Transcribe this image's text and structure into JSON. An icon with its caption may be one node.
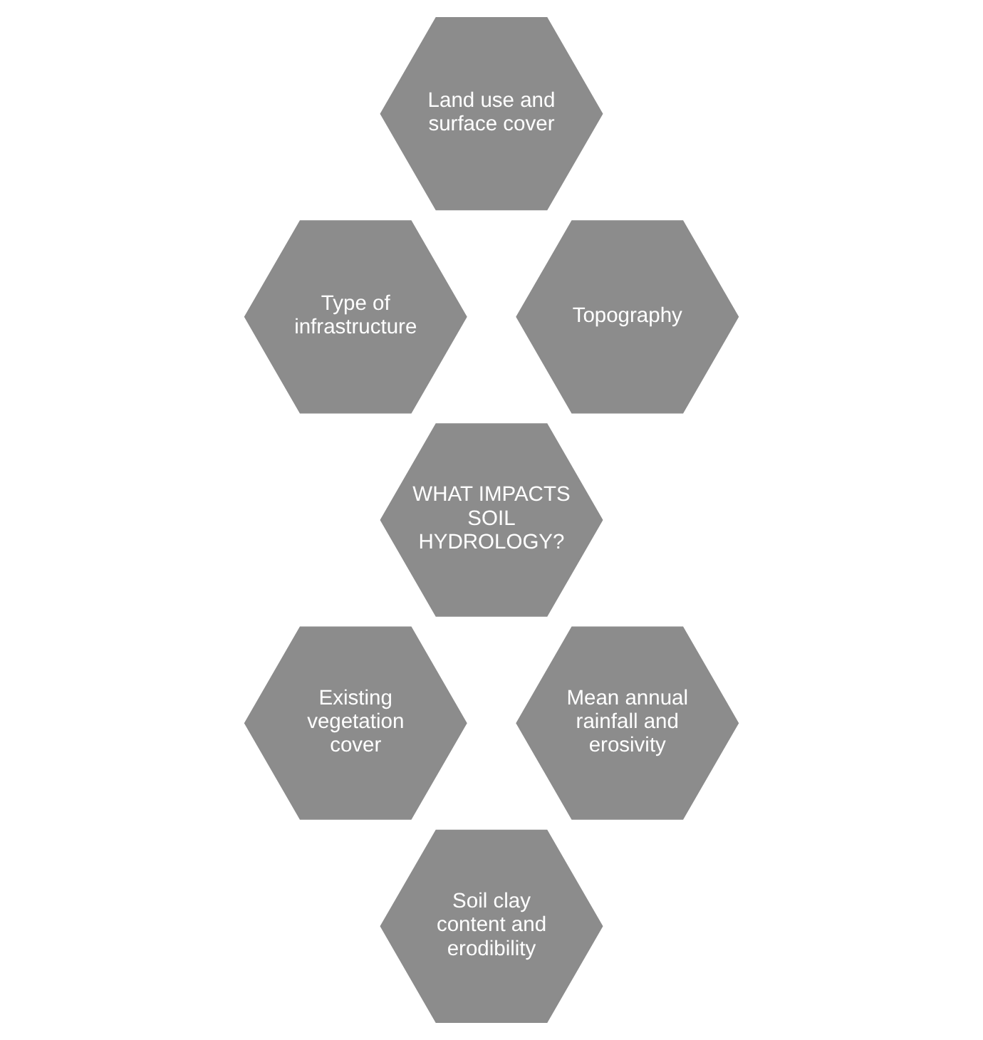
{
  "diagram": {
    "nodes": [
      {
        "text": [
          "Land use and surface cover"
        ]
      },
      {
        "text": [
          "Type of infrastructure"
        ]
      },
      {
        "text": [
          "Topography"
        ]
      },
      {
        "text": [
          "WHAT IMPACTS SOIL HYDROLOGY?"
        ]
      },
      {
        "text": [
          "Existing vegetation cover"
        ]
      },
      {
        "text": [
          "Mean annual rainfall and erosivity"
        ]
      },
      {
        "text": [
          "Soil clay content and erodibility"
        ]
      }
    ]
  }
}
